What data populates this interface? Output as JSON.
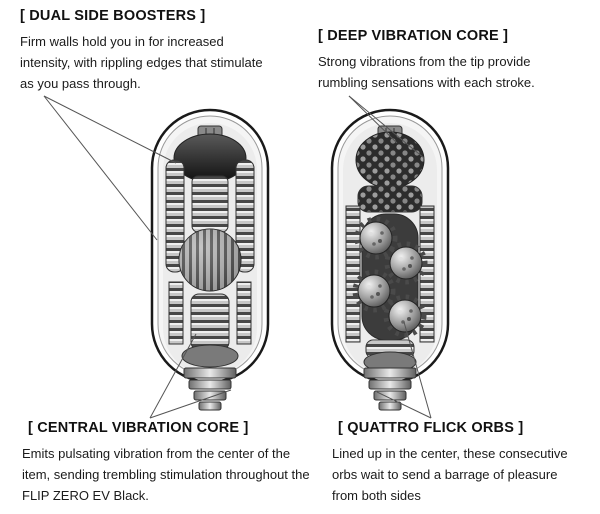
{
  "colors": {
    "ink": "#111111",
    "body_text": "#1b1b1b",
    "leader_line": "#555555",
    "background": "#ffffff"
  },
  "callouts": {
    "top_left": {
      "heading": "[ DUAL SIDE BOOSTERS ]",
      "body": "Firm walls hold you in for increased intensity, with rippling edges that stimulate as you pass through."
    },
    "top_right": {
      "heading": "[ DEEP VIBRATION CORE ]",
      "body": "Strong vibrations from the tip provide rumbling sensations with each stroke."
    },
    "bottom_left": {
      "heading": "[ CENTRAL VIBRATION CORE ]",
      "body": "Emits pulsating vibration from the center of the item, sending trembling stimulation throughout the FLIP ZERO EV Black."
    },
    "bottom_right": {
      "heading": "[ QUATTRO FLICK ORBS ]",
      "body": "Lined up in the center, these consecutive orbs wait to send a barrage of pleasure from both sides"
    }
  }
}
